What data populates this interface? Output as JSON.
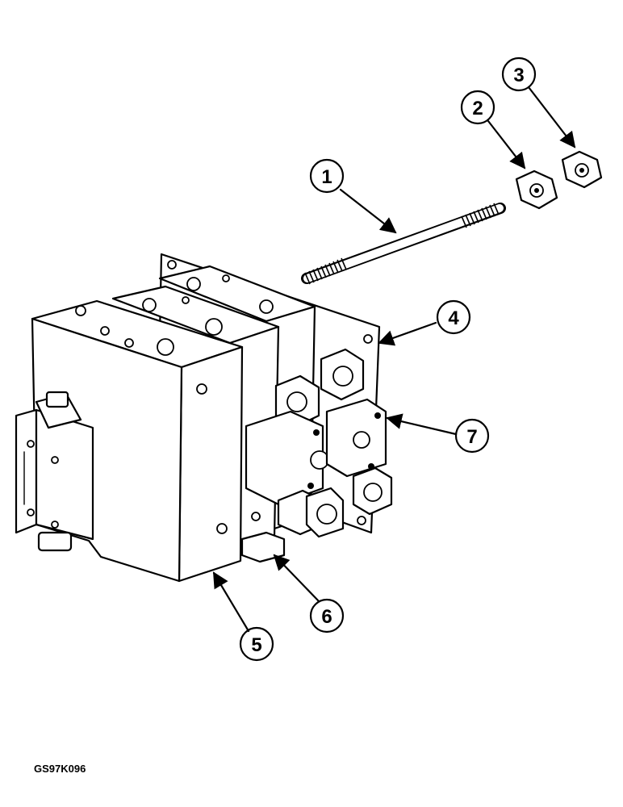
{
  "callouts": [
    {
      "label": "1"
    },
    {
      "label": "2"
    },
    {
      "label": "3"
    },
    {
      "label": "4"
    },
    {
      "label": "5"
    },
    {
      "label": "6"
    },
    {
      "label": "7"
    }
  ],
  "figure_code": "GS97K096",
  "colors": {
    "ink": "#000000",
    "paper": "#ffffff"
  }
}
